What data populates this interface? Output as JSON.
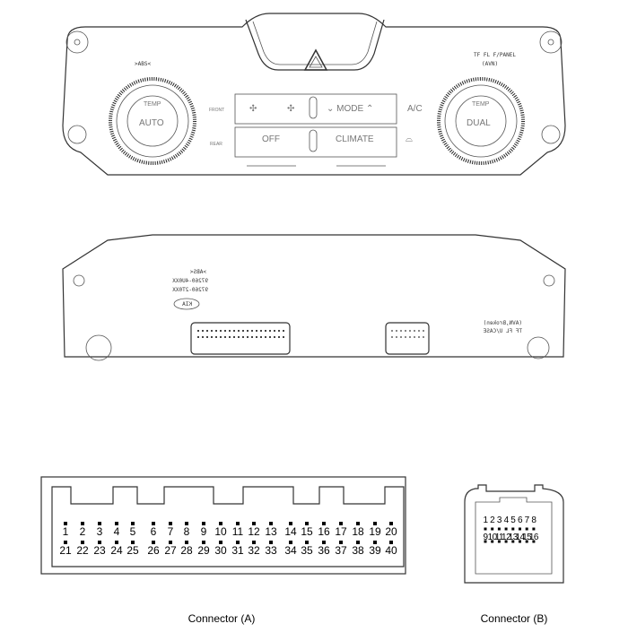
{
  "front_panel": {
    "label_abs": ">ABS<",
    "part_label_line1": "TF FL F/PANEL",
    "part_label_line2": "(AVN)",
    "left_knob": {
      "top": "TEMP",
      "center": "AUTO"
    },
    "right_knob": {
      "top": "TEMP",
      "center": "DUAL"
    },
    "buttons": {
      "mode": "MODE",
      "ac": "A/C",
      "off": "OFF",
      "climate": "CLIMATE",
      "front": "FRONT",
      "rear": "REAR"
    }
  },
  "rear_case": {
    "mirrored_abs": ">ABS<",
    "part_no_1": "97260-4U0XX",
    "part_no_2": "97260-2T0XX",
    "brand": "KIA",
    "case_label_line1": "TF FL U/CASE",
    "case_label_line2": "(AVN,Broken)"
  },
  "connector_a": {
    "caption": "Connector (A)",
    "row1": [
      "1",
      "2",
      "3",
      "4",
      "5",
      "6",
      "7",
      "8",
      "9",
      "10",
      "11",
      "12",
      "13",
      "14",
      "15",
      "16",
      "17",
      "18",
      "19",
      "20"
    ],
    "row2": [
      "21",
      "22",
      "23",
      "24",
      "25",
      "26",
      "27",
      "28",
      "29",
      "30",
      "31",
      "32",
      "33",
      "34",
      "35",
      "36",
      "37",
      "38",
      "39",
      "40"
    ]
  },
  "connector_b": {
    "caption": "Connector (B)",
    "row1": [
      "1",
      "2",
      "3",
      "4",
      "5",
      "6",
      "7",
      "8"
    ],
    "row2": [
      "9",
      "10",
      "11",
      "12",
      "13",
      "14",
      "15",
      "16"
    ]
  }
}
